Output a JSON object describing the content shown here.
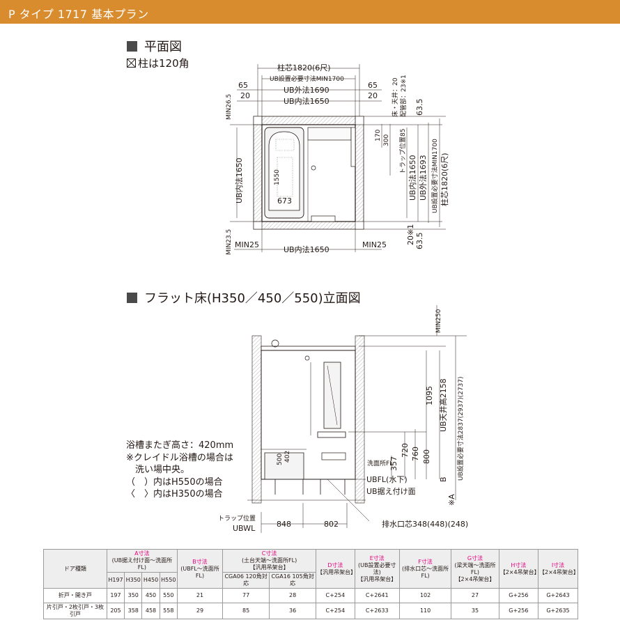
{
  "header": {
    "title": "P タイプ 1717 基本プラン"
  },
  "plan": {
    "title": "平面図",
    "pillar_note": "柱は120角",
    "dims": {
      "center_width": "柱芯1820(6尺)",
      "install_min": "UB設置必要寸法MIN1700",
      "outer_width": "UB外法1690",
      "inner_width": "UB内法1650",
      "left_65": "65",
      "left_20": "20",
      "right_65": "65",
      "right_20": "20",
      "min_top": "MIN26.5",
      "inner_height_left": "UB内法1650",
      "min_bottom": "MIN23.5",
      "min25_left": "MIN25",
      "inner_bottom": "UB内法1650",
      "min25_right": "MIN25",
      "floor_ceiling": "床・天井：20",
      "piping": "配管部：23※1",
      "v_63_5_top": "63.5",
      "v_170": "170",
      "v_300": "300",
      "trap_center": "トラップ位置85",
      "inner_height_right": "UB内法1650",
      "outer_height": "UB外法1693",
      "install_min_v": "UB設置必要寸法MIN1700",
      "center_height": "柱芯1820(6尺)",
      "v_20_1": "20※1",
      "v_63_5_bottom": "63.5",
      "tub_1550": "1550",
      "tub_673": "673"
    }
  },
  "elevation": {
    "title": "フラット床(H350／450／550)立面図",
    "dims": {
      "min250": "MIN250",
      "d1095": "1095",
      "ceiling": "UB天井高2158",
      "install_req": "UB設置必要寸法2837(2937)(2737)",
      "d720": "720",
      "d760": "760",
      "d800": "800",
      "d357": "357",
      "d500": "500",
      "d402": "402",
      "wash_fl": "洗面所FL",
      "ubfl": "UBFL(水下)",
      "base": "UB据え付け面",
      "b": "B",
      "a": "※A",
      "trap_pos": "トラップ位置",
      "ubwl": "UBWL",
      "d848": "848",
      "d802": "802",
      "drain": "排水口芯348(448)(248)"
    },
    "notes": [
      "浴槽またぎ高さ：420mm",
      "※クレイドル浴槽の場合は",
      "　洗い場中央。",
      "（　）内はH550の場合",
      "〈　〉内はH350の場合"
    ]
  },
  "table": {
    "headers": {
      "door": "ドア種類",
      "a_label": "A寸法",
      "a_sub": "(UB据え付け面～洗面所FL)",
      "a_cols": [
        "H197",
        "H350",
        "H450",
        "H550"
      ],
      "b_label": "B寸法",
      "b_sub": "(UBFL～洗面所FL)",
      "c_label": "C寸法",
      "c_sub1": "(土台天端～洗面所FL)",
      "c_sub2": "【汎用吊架台】",
      "c_cols": [
        "CGA06 120角対応",
        "CGA16 105角対応"
      ],
      "d_label": "D寸法",
      "d_sub": "【汎用吊架台】",
      "e_label": "E寸法",
      "e_sub1": "(UB設置必要寸法)",
      "e_sub2": "【汎用吊架台】",
      "f_label": "F寸法",
      "f_sub": "(排水口芯～洗面所FL)",
      "g_label": "G寸法",
      "g_sub1": "(梁天端～洗面所FL)",
      "g_sub2": "【2×4吊架台】",
      "h_label": "H寸法",
      "h_sub": "【2×4吊架台】",
      "i_label": "I寸法",
      "i_sub": "【2×4吊架台】"
    },
    "rows": [
      [
        "折戸・開き戸",
        "197",
        "350",
        "450",
        "550",
        "21",
        "77",
        "28",
        "C+254",
        "C+2641",
        "102",
        "27",
        "G+256",
        "G+2643"
      ],
      [
        "片引戸・2枚引戸・3枚引戸",
        "205",
        "358",
        "458",
        "558",
        "29",
        "85",
        "36",
        "C+254",
        "C+2633",
        "110",
        "35",
        "G+256",
        "G+2635"
      ]
    ]
  },
  "colors": {
    "header": "#d98c2d",
    "accent_magenta": "#e4007f",
    "line": "#231815"
  }
}
